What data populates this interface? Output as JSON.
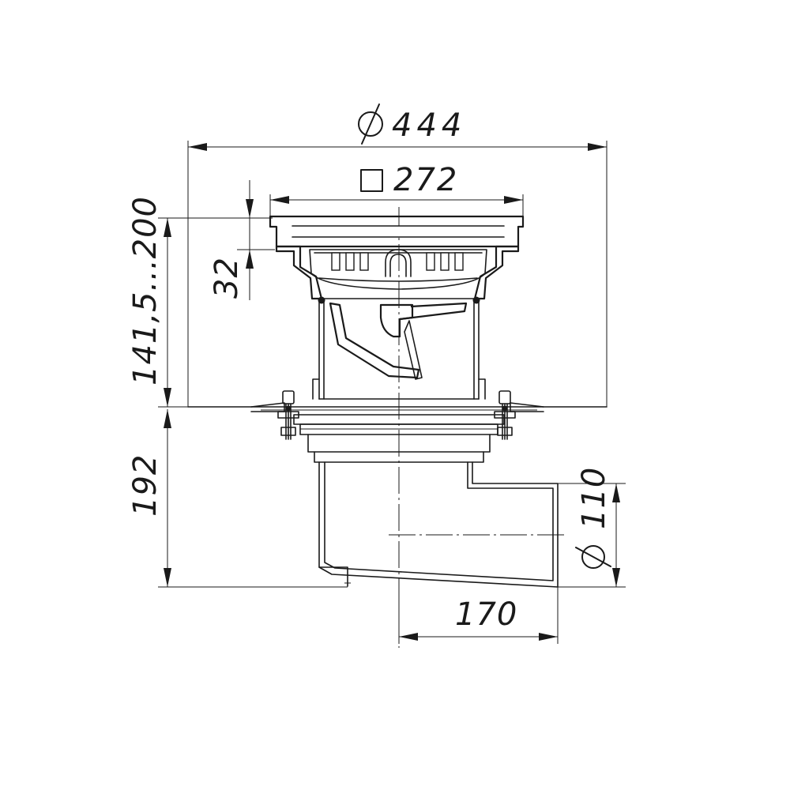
{
  "dimensions": {
    "overall_diameter": "444",
    "grate_square": "272",
    "grate_thickness": "32",
    "upper_height": "141,5...200",
    "lower_height": "192",
    "outlet_diameter": "110",
    "outlet_offset": "170"
  }
}
